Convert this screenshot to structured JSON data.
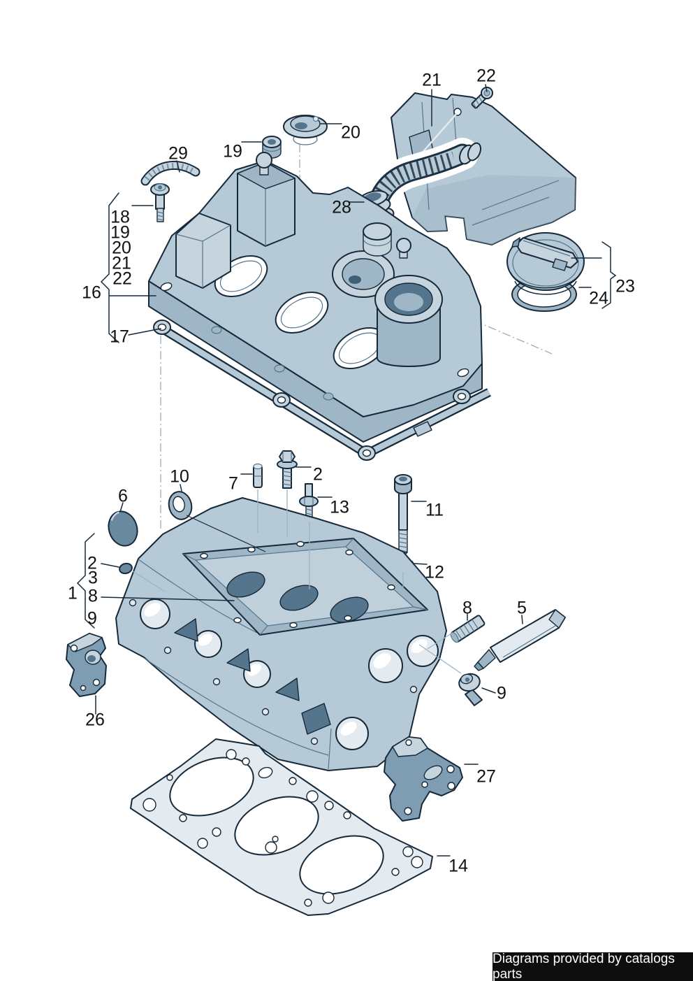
{
  "callouts": {
    "shield": "21",
    "shield_screw": "22",
    "filler_cap_piece": "20",
    "grommet": "19",
    "hose": "29",
    "breather": "28",
    "group16": "16",
    "group16_items": [
      "18",
      "19",
      "20",
      "21",
      "22"
    ],
    "cover_gasket": "17",
    "cap_group": "23",
    "cap_seal": "24",
    "cam_seal": "10",
    "dowel": "7",
    "bolt_top": "2",
    "stud13": "13",
    "head_bolt": "11",
    "washer": "12",
    "plug_large": "6",
    "head_assembly": "1",
    "plug_small": "2",
    "item3": "3",
    "item8": "8",
    "item9": "9",
    "stud8": "8",
    "sealant": "5",
    "screw9": "9",
    "bracket_left": "26",
    "bracket_right": "27",
    "head_gasket": "14"
  },
  "footer": {
    "text": "Diagrams provided by catalogs parts"
  },
  "colors": {
    "background": "#ffffff",
    "part_light": "#c6d4de",
    "part_base": "#b6c9d6",
    "part_mid": "#9fb6c6",
    "part_dark": "#7e9db2",
    "part_deep": "#54758c",
    "outline": "#16293a",
    "leader": "#9db4c4",
    "label_text": "#111111",
    "footer_bg": "#0e0e0e",
    "footer_text": "#fdfdfd"
  }
}
